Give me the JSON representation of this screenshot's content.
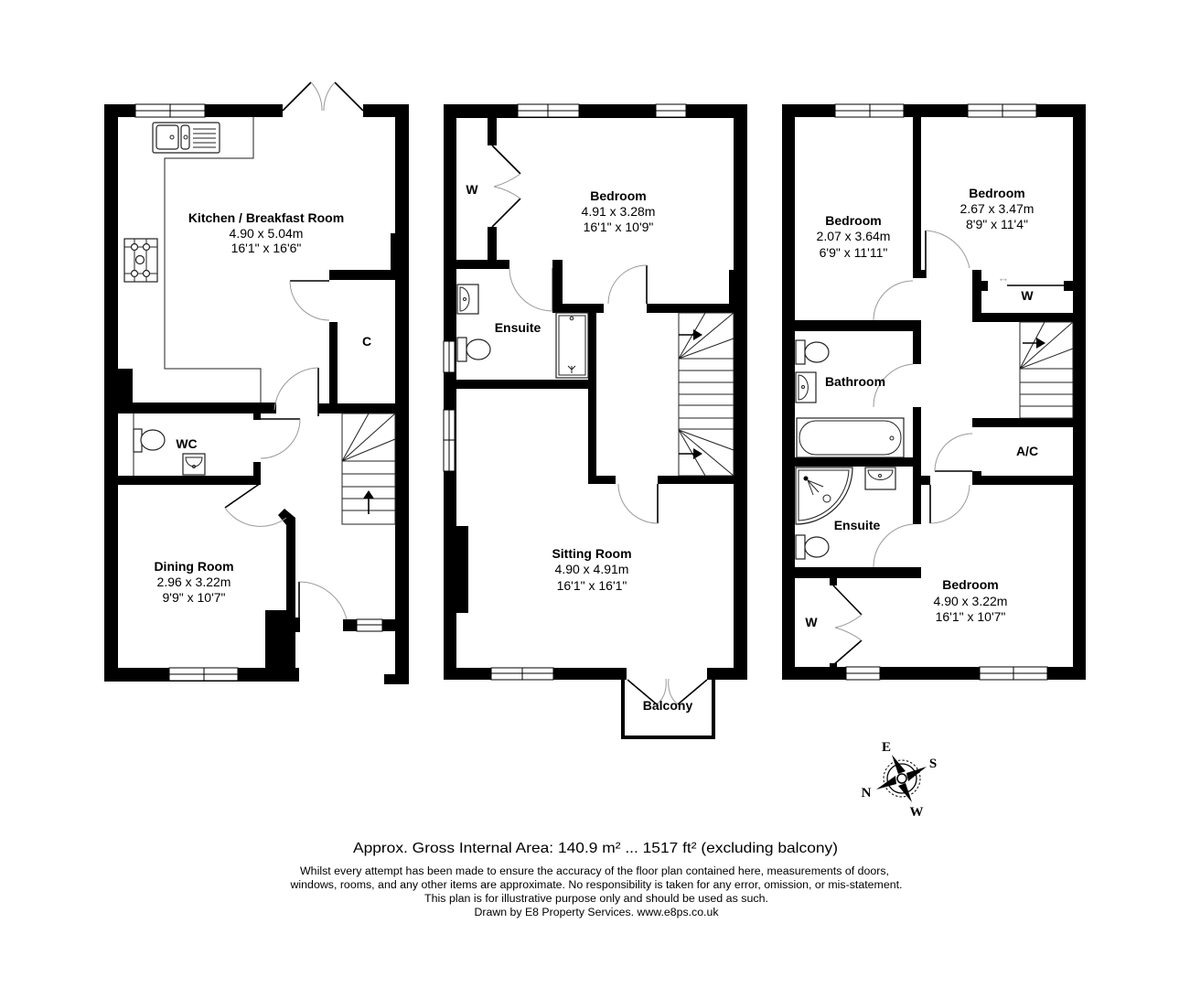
{
  "ground_floor": {
    "kitchen": {
      "name": "Kitchen / Breakfast Room",
      "metric": "4.90 x 5.04m",
      "imperial": "16'1\" x 16'6\""
    },
    "cupboard": {
      "label": "C"
    },
    "wc": {
      "label": "WC"
    },
    "dining": {
      "name": "Dining Room",
      "metric": "2.96 x 3.22m",
      "imperial": "9'9\" x 10'7\""
    }
  },
  "first_floor": {
    "wardrobe": {
      "label": "W"
    },
    "bedroom": {
      "name": "Bedroom",
      "metric": "4.91 x 3.28m",
      "imperial": "16'1\" x 10'9\""
    },
    "ensuite": {
      "label": "Ensuite"
    },
    "sitting": {
      "name": "Sitting Room",
      "metric": "4.90 x 4.91m",
      "imperial": "16'1\" x 16'1\""
    },
    "balcony": {
      "label": "Balcony"
    }
  },
  "second_floor": {
    "bedroom_small": {
      "name": "Bedroom",
      "metric": "2.07 x 3.64m",
      "imperial": "6'9\" x 11'11\""
    },
    "bedroom_rear": {
      "name": "Bedroom",
      "metric": "2.67 x 3.47m",
      "imperial": "8'9\" x 11'4\""
    },
    "wardrobe_rear": {
      "label": "W"
    },
    "sliding_arrow": "↔",
    "bathroom": {
      "label": "Bathroom"
    },
    "airing_cupboard": {
      "label": "A/C"
    },
    "ensuite": {
      "label": "Ensuite"
    },
    "bedroom_main": {
      "name": "Bedroom",
      "metric": "4.90 x 3.22m",
      "imperial": "16'1\" x 10'7\""
    },
    "wardrobe_main": {
      "label": "W"
    }
  },
  "compass": {
    "north": "N",
    "east": "E",
    "south": "S",
    "west": "W"
  },
  "footer": {
    "area": "Approx. Gross Internal Area: 140.9 m² ... 1517 ft² (excluding balcony)",
    "disclaimer": [
      "Whilst every attempt has been made to ensure the accuracy of the floor plan contained here, measurements of doors,",
      "windows, rooms, and any other items are approximate. No responsibility is taken for any error, omission, or mis-statement.",
      "This plan is for illustrative purpose only and should be used as such.",
      "Drawn by E8 Property Services. www.e8ps.co.uk"
    ]
  }
}
